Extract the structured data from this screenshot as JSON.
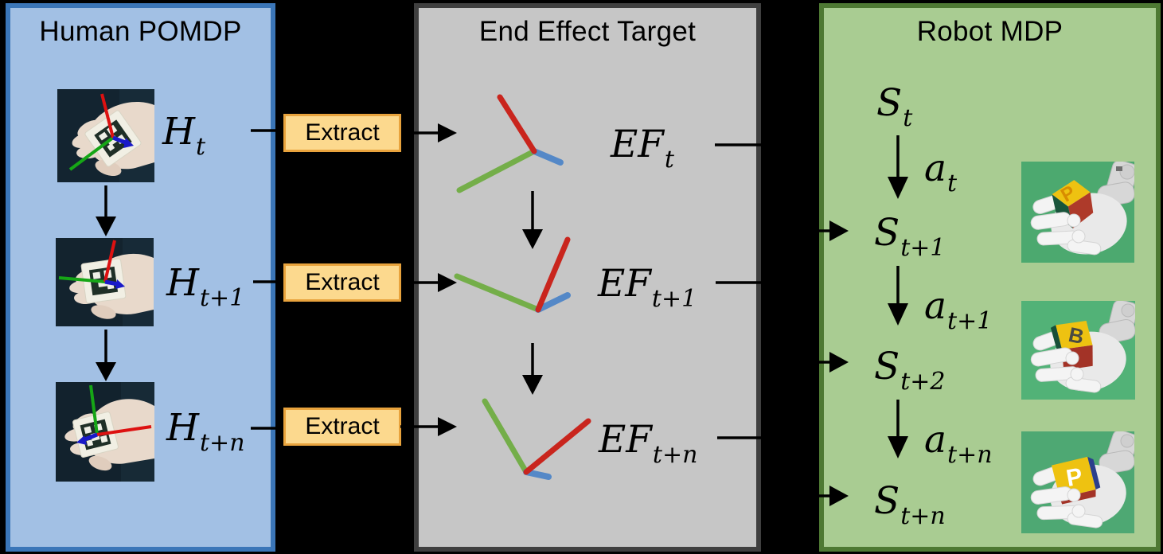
{
  "colors": {
    "background": "#000000",
    "human_panel_fill": "#A2C0E4",
    "human_panel_border": "#3B76B8",
    "ef_panel_fill": "#C6C6C6",
    "ef_panel_border": "#3F3F3F",
    "robot_panel_fill": "#A9CC92",
    "robot_panel_border": "#4E7933",
    "extract_fill": "#FCD98E",
    "extract_border": "#E8A33D",
    "axis_x_red": "#C9251D",
    "axis_y_green": "#74AE49",
    "axis_z_blue": "#5488C7",
    "connector": "#000000"
  },
  "human_panel": {
    "title": "Human POMDP",
    "states": [
      {
        "base": "H",
        "sub": "t"
      },
      {
        "base": "H",
        "sub": "t+1"
      },
      {
        "base": "H",
        "sub": "t+n"
      }
    ]
  },
  "extract": {
    "labels": [
      "Extract",
      "Extract",
      "Extract"
    ]
  },
  "ef_panel": {
    "title": "End Effect Target",
    "states": [
      {
        "base": "EF",
        "sub": "t"
      },
      {
        "base": "EF",
        "sub": "t+1"
      },
      {
        "base": "EF",
        "sub": "t+n"
      }
    ]
  },
  "robot_panel": {
    "title": "Robot MDP",
    "states": [
      {
        "base": "S",
        "sub": "t"
      },
      {
        "base": "S",
        "sub": "t+1"
      },
      {
        "base": "S",
        "sub": "t+2"
      },
      {
        "base": "S",
        "sub": "t+n"
      }
    ],
    "actions": [
      {
        "base": "a",
        "sub": "t"
      },
      {
        "base": "a",
        "sub": "t+1"
      },
      {
        "base": "a",
        "sub": "t+n"
      }
    ],
    "cube_letters": [
      "P",
      "B",
      "P"
    ]
  }
}
